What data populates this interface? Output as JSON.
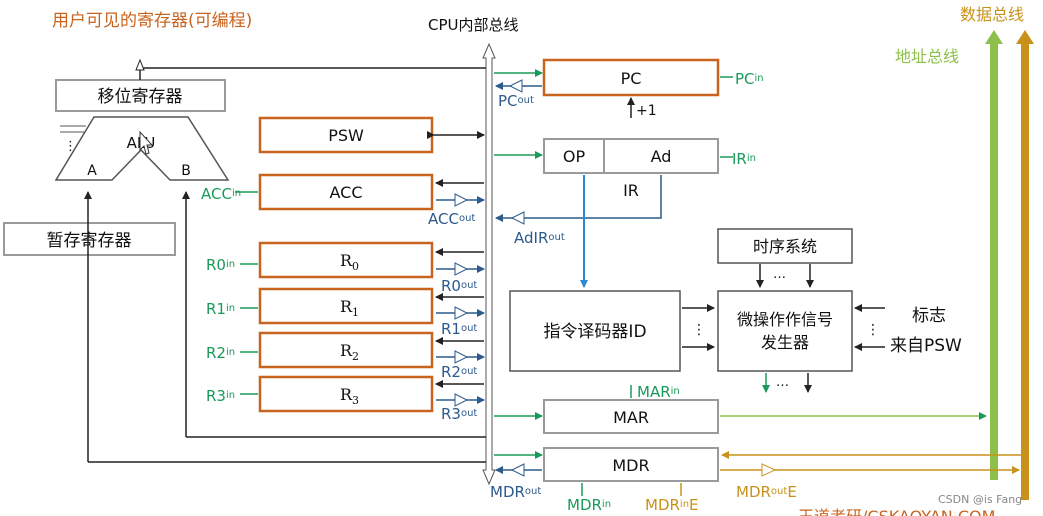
{
  "title": "用户可见的寄存器(可编程)",
  "bus": {
    "cpu_bus": "CPU内部总线",
    "data_bus": "数据总线",
    "address_bus": "地址总线"
  },
  "registers": {
    "shift": "移位寄存器",
    "alu": "ALU",
    "alu_a": "A",
    "alu_b": "B",
    "temp": "暂存寄存器",
    "psw": "PSW",
    "acc": "ACC",
    "r0": "R",
    "r0_sub": "0",
    "r1": "R",
    "r1_sub": "1",
    "r2": "R",
    "r2_sub": "2",
    "r3": "R",
    "r3_sub": "3",
    "pc": "PC",
    "pc_inc": "+1",
    "ir_op": "OP",
    "ir_ad": "Ad",
    "ir": "IR",
    "mar": "MAR",
    "mdr": "MDR"
  },
  "units": {
    "timing": "时序系统",
    "decoder": "指令译码器ID",
    "signal_gen_line1": "微操作作信号",
    "signal_gen_line2": "发生器",
    "flags_line1": "标志",
    "flags_line2": "来自PSW",
    "dots": "⋮",
    "hdots": "…"
  },
  "signals": {
    "pc_in": {
      "main": "PC",
      "sub": "in"
    },
    "pc_out": {
      "main": "PC",
      "sub": "out"
    },
    "ir_in": {
      "main": "IR",
      "sub": "in"
    },
    "acc_in": {
      "main": "ACC",
      "sub": "in"
    },
    "acc_out": {
      "main": "ACC",
      "sub": "out"
    },
    "adir_out": {
      "main": "AdIR",
      "sub": "out"
    },
    "r0_in": {
      "main": "R0",
      "sub": "in"
    },
    "r0_out": {
      "main": "R0",
      "sub": "out"
    },
    "r1_in": {
      "main": "R1",
      "sub": "in"
    },
    "r1_out": {
      "main": "R1",
      "sub": "out"
    },
    "r2_in": {
      "main": "R2",
      "sub": "in"
    },
    "r2_out": {
      "main": "R2",
      "sub": "out"
    },
    "r3_in": {
      "main": "R3",
      "sub": "in"
    },
    "r3_out": {
      "main": "R3",
      "sub": "out"
    },
    "mar_in": {
      "main": "MAR",
      "sub": "in"
    },
    "mdr_out": {
      "main": "MDR",
      "sub": "out"
    },
    "mdr_in": {
      "main": "MDR",
      "sub": "in"
    },
    "mdr_ine": {
      "main": "MDR",
      "sub": "in",
      "tail": "E"
    },
    "mdr_oute": {
      "main": "MDR",
      "sub": "out",
      "tail": "E"
    }
  },
  "footer": {
    "watermark": "王道考研/CSKAOYAN.COM",
    "credit": "CSDN @is Fang"
  },
  "colors": {
    "orange": "#c8641e",
    "gray": "#9a9a9a",
    "green": "#1a9a5a",
    "blue": "#2c5a8c",
    "lightgreen": "#8cc04a",
    "gold": "#c8921a",
    "cyan": "#2a8ad8"
  }
}
